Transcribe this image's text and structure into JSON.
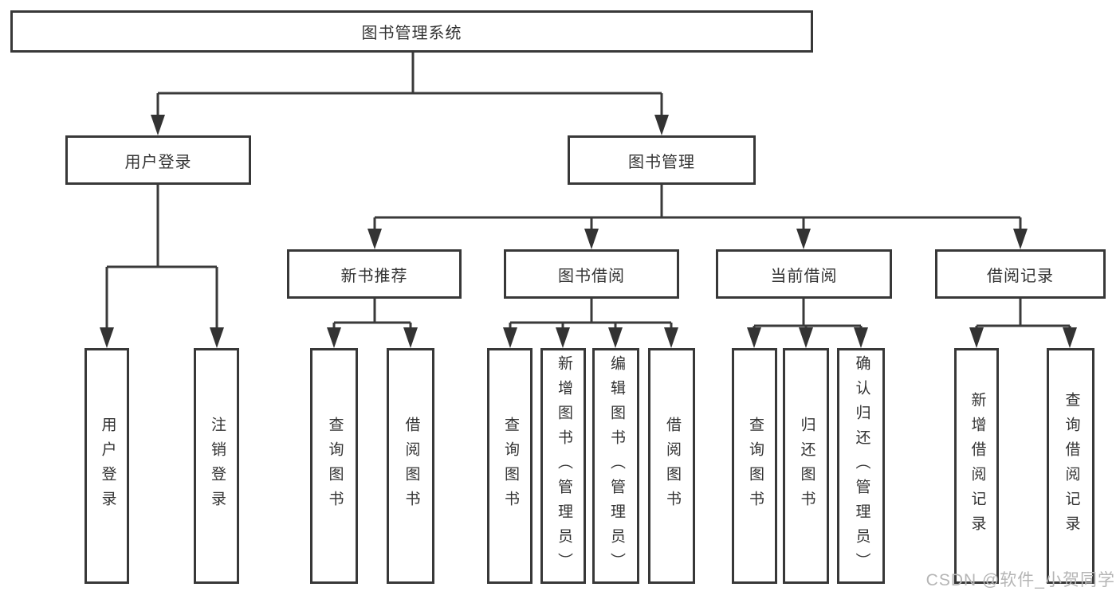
{
  "diagram_title": "图书管理系统",
  "tree": {
    "label": "图书管理系统",
    "children": [
      {
        "label": "用户登录",
        "children": [
          {
            "label": "用户登录"
          },
          {
            "label": "注销登录"
          }
        ]
      },
      {
        "label": "图书管理",
        "children": [
          {
            "label": "新书推荐",
            "children": [
              {
                "label": "查询图书"
              },
              {
                "label": "借阅图书"
              }
            ]
          },
          {
            "label": "图书借阅",
            "children": [
              {
                "label": "查询图书"
              },
              {
                "label": "新增图书（管理员）"
              },
              {
                "label": "编辑图书（管理员）"
              },
              {
                "label": "借阅图书"
              }
            ]
          },
          {
            "label": "当前借阅",
            "children": [
              {
                "label": "查询图书"
              },
              {
                "label": "归还图书"
              },
              {
                "label": "确认归还（管理员）"
              }
            ]
          },
          {
            "label": "借阅记录",
            "children": [
              {
                "label": "新增借阅记录"
              },
              {
                "label": "查询借阅记录"
              }
            ]
          }
        ]
      }
    ]
  },
  "watermark": {
    "text": "CSDN @软件_小贺同学"
  },
  "colors": {
    "line": "#3a3a3a",
    "box_border": "#383838",
    "text": "#333333",
    "watermark": "#b5b5b5",
    "background": "#ffffff"
  }
}
